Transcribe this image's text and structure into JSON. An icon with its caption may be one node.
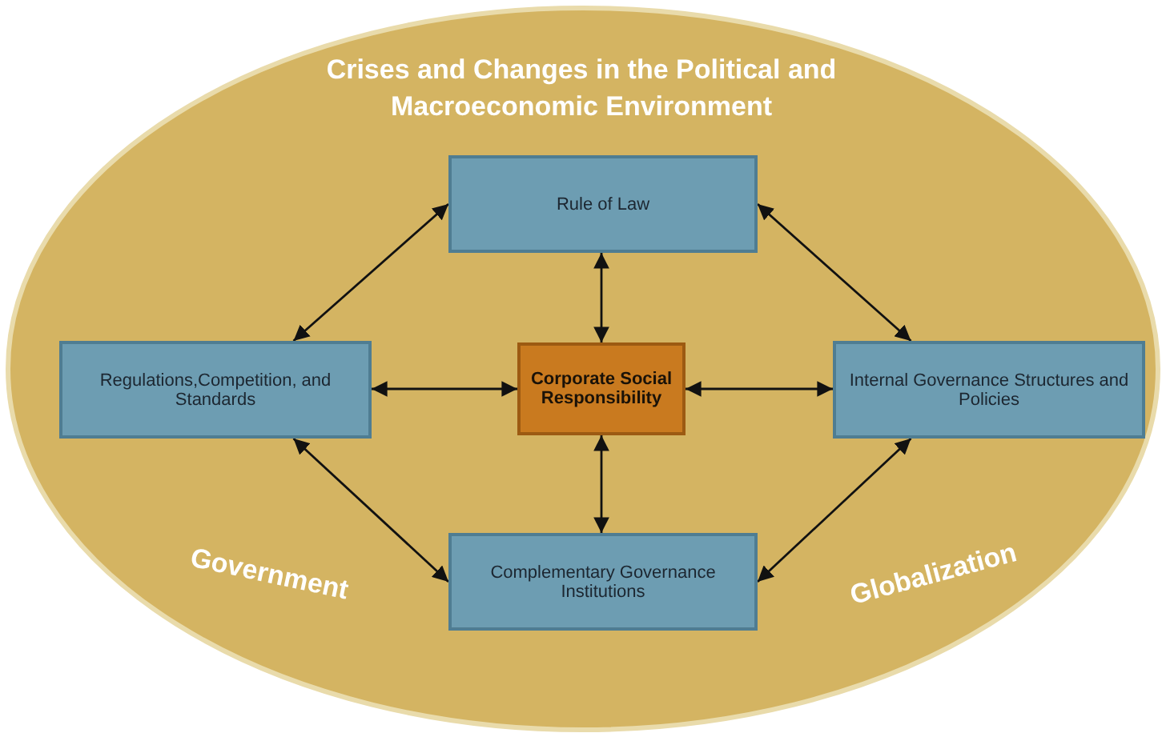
{
  "diagram": {
    "nodes": [
      {
        "text": [
          "Crises and Changes in the Political and Macroeconomic Environment",
          "Government",
          "Globalization"
        ]
      },
      {
        "text": [
          "Rule of Law"
        ],
        "in": 0
      },
      {
        "text": [
          "Regulations,Competition, and Standards"
        ],
        "in": 0
      },
      {
        "text": [
          "Corporate Social Responsibility"
        ],
        "in": 0
      },
      {
        "text": [
          "Internal Governance Structures and Policies"
        ],
        "in": 0
      },
      {
        "text": [
          "Complementary Governance Institutions"
        ],
        "in": 0
      }
    ],
    "edges": [
      {
        "from": 1,
        "to": 2,
        "arrow": "both"
      },
      {
        "from": 1,
        "to": 4,
        "arrow": "both"
      },
      {
        "from": 2,
        "to": 5,
        "arrow": "both"
      },
      {
        "from": 4,
        "to": 5,
        "arrow": "both"
      },
      {
        "from": 1,
        "to": 3,
        "arrow": "both"
      },
      {
        "from": 2,
        "to": 3,
        "arrow": "both"
      },
      {
        "from": 3,
        "to": 4,
        "arrow": "both"
      },
      {
        "from": 3,
        "to": 5,
        "arrow": "both"
      }
    ]
  }
}
